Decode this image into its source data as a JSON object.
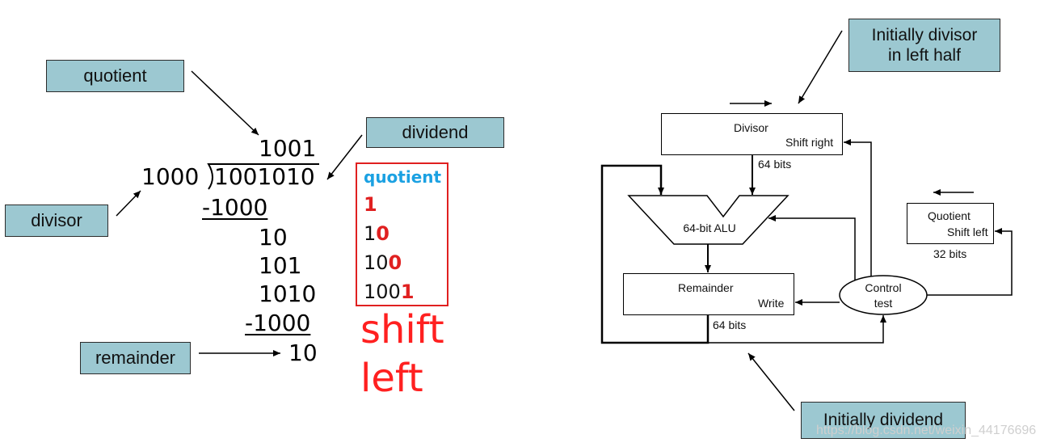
{
  "labels": {
    "quotient": "quotient",
    "dividend": "dividend",
    "divisor": "divisor",
    "remainder": "remainder",
    "initially_divisor": "Initially divisor\nin left half",
    "initially_dividend": "Initially dividend"
  },
  "division": {
    "quotient": "1001",
    "divisor": "1000",
    "dividend": "1001010",
    "sub1": "-1000",
    "r1": "10",
    "r2": "101",
    "r3": "1010",
    "sub2": "-1000",
    "remainder": "10"
  },
  "quotient_steps": {
    "header": "quotient",
    "rows": [
      {
        "prefix": "",
        "bit": "1"
      },
      {
        "prefix": "1",
        "bit": "0"
      },
      {
        "prefix": "10",
        "bit": "0"
      },
      {
        "prefix": "100",
        "bit": "1"
      }
    ]
  },
  "shift_left": {
    "line1": "shift",
    "line2": "left"
  },
  "hardware": {
    "divisor_title": "Divisor",
    "divisor_sub": "Shift right",
    "bits_divisor": "64 bits",
    "alu": "64-bit ALU",
    "remainder_title": "Remainder",
    "remainder_sub": "Write",
    "bits_remainder": "64 bits",
    "control_line1": "Control",
    "control_line2": "test",
    "quotient_title": "Quotient",
    "quotient_sub": "Shift left",
    "bits_quotient": "32 bits"
  },
  "watermark": "https://blog.csdn.net/weixin_44176696",
  "colors": {
    "label_bg": "#9cc8d1",
    "red": "#e02020",
    "blue": "#1ba1e2"
  }
}
